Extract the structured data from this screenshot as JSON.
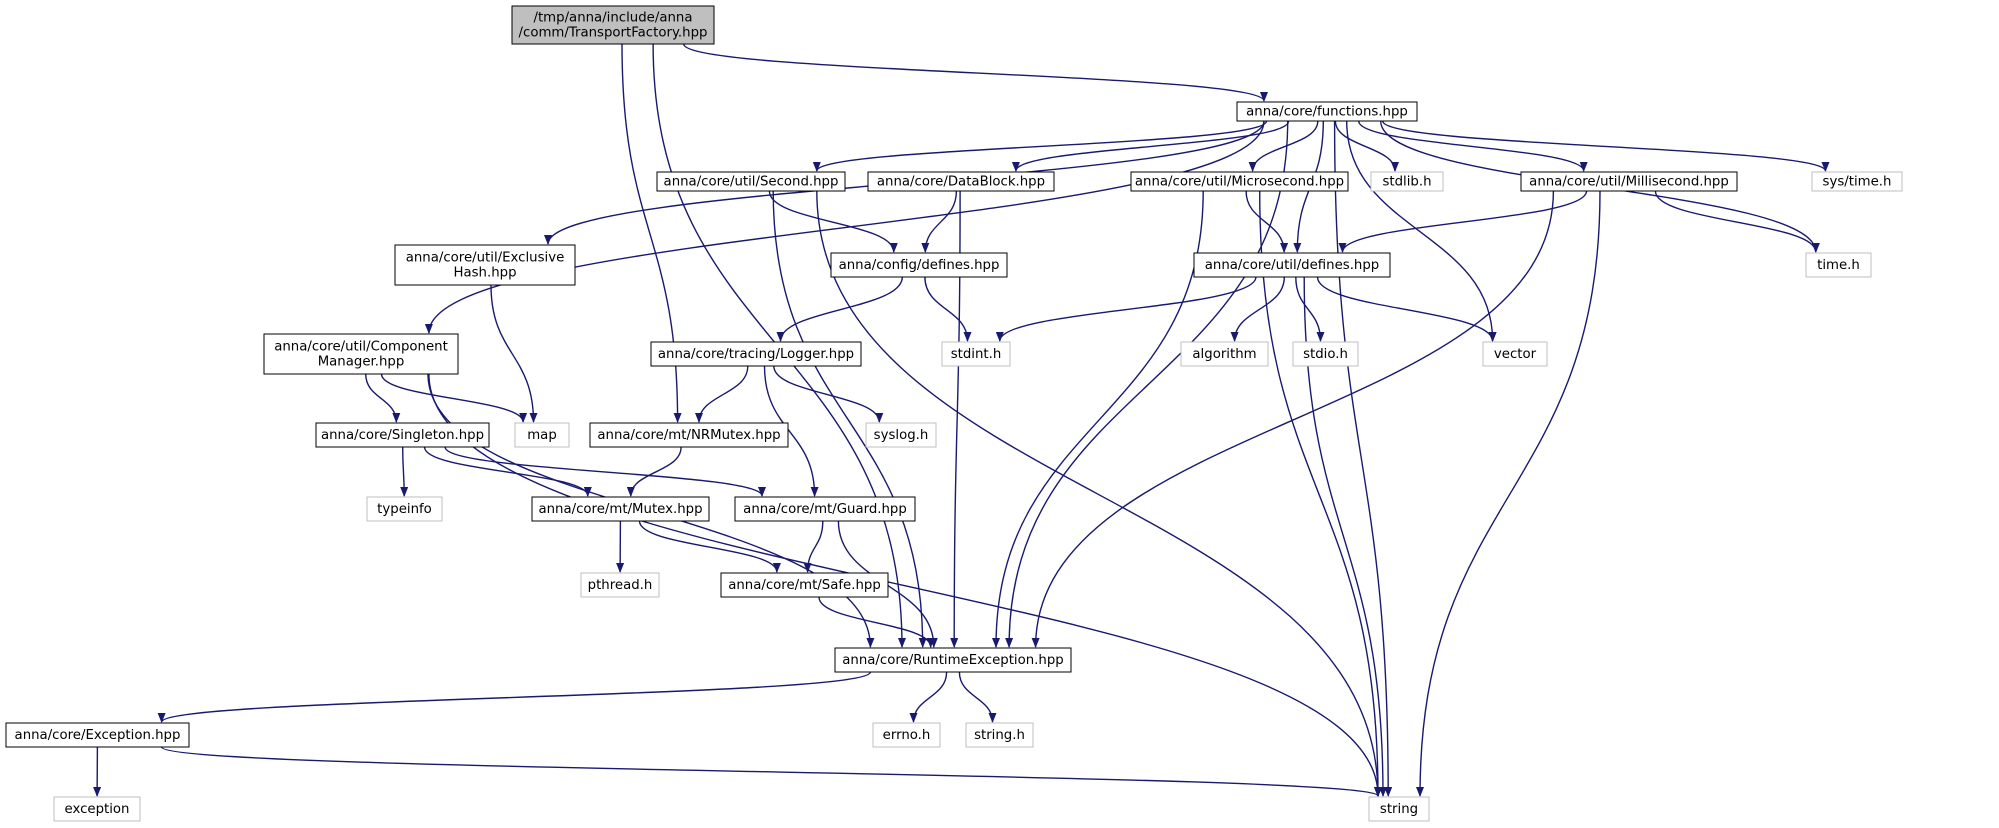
{
  "colors": {
    "edge": "#191970",
    "root_fill": "#bfbfbf",
    "project_border": "#000000",
    "external_border": "#bfbfbf",
    "external_text": "#404040",
    "node_fill": "#ffffff"
  },
  "nodes": [
    {
      "id": "root",
      "kind": "root",
      "lines": [
        "/tmp/anna/include/anna",
        "/comm/TransportFactory.hpp"
      ]
    },
    {
      "id": "functions",
      "kind": "project",
      "lines": [
        "anna/core/functions.hpp"
      ]
    },
    {
      "id": "second",
      "kind": "project",
      "lines": [
        "anna/core/util/Second.hpp"
      ]
    },
    {
      "id": "datablock",
      "kind": "project",
      "lines": [
        "anna/core/DataBlock.hpp"
      ]
    },
    {
      "id": "microsecond",
      "kind": "project",
      "lines": [
        "anna/core/util/Microsecond.hpp"
      ]
    },
    {
      "id": "stdlib",
      "kind": "external",
      "lines": [
        "stdlib.h"
      ]
    },
    {
      "id": "millisecond",
      "kind": "project",
      "lines": [
        "anna/core/util/Millisecond.hpp"
      ]
    },
    {
      "id": "systime",
      "kind": "external",
      "lines": [
        "sys/time.h"
      ]
    },
    {
      "id": "exclusivehash",
      "kind": "project",
      "lines": [
        "anna/core/util/Exclusive",
        "Hash.hpp"
      ]
    },
    {
      "id": "configdefines",
      "kind": "project",
      "lines": [
        "anna/config/defines.hpp"
      ]
    },
    {
      "id": "utildefines",
      "kind": "project",
      "lines": [
        "anna/core/util/defines.hpp"
      ]
    },
    {
      "id": "timeh",
      "kind": "external",
      "lines": [
        "time.h"
      ]
    },
    {
      "id": "componentmanager",
      "kind": "project",
      "lines": [
        "anna/core/util/Component",
        "Manager.hpp"
      ]
    },
    {
      "id": "logger",
      "kind": "project",
      "lines": [
        "anna/core/tracing/Logger.hpp"
      ]
    },
    {
      "id": "stdint",
      "kind": "external",
      "lines": [
        "stdint.h"
      ]
    },
    {
      "id": "algorithm",
      "kind": "external",
      "lines": [
        "algorithm"
      ]
    },
    {
      "id": "stdio",
      "kind": "external",
      "lines": [
        "stdio.h"
      ]
    },
    {
      "id": "vector",
      "kind": "external",
      "lines": [
        "vector"
      ]
    },
    {
      "id": "singleton",
      "kind": "project",
      "lines": [
        "anna/core/Singleton.hpp"
      ]
    },
    {
      "id": "map",
      "kind": "external",
      "lines": [
        "map"
      ]
    },
    {
      "id": "nrmutex",
      "kind": "project",
      "lines": [
        "anna/core/mt/NRMutex.hpp"
      ]
    },
    {
      "id": "syslog",
      "kind": "external",
      "lines": [
        "syslog.h"
      ]
    },
    {
      "id": "typeinfo",
      "kind": "external",
      "lines": [
        "typeinfo"
      ]
    },
    {
      "id": "mutex",
      "kind": "project",
      "lines": [
        "anna/core/mt/Mutex.hpp"
      ]
    },
    {
      "id": "guard",
      "kind": "project",
      "lines": [
        "anna/core/mt/Guard.hpp"
      ]
    },
    {
      "id": "pthread",
      "kind": "external",
      "lines": [
        "pthread.h"
      ]
    },
    {
      "id": "safe",
      "kind": "project",
      "lines": [
        "anna/core/mt/Safe.hpp"
      ]
    },
    {
      "id": "runtimeexception",
      "kind": "project",
      "lines": [
        "anna/core/RuntimeException.hpp"
      ]
    },
    {
      "id": "exception_hpp",
      "kind": "project",
      "lines": [
        "anna/core/Exception.hpp"
      ]
    },
    {
      "id": "errno",
      "kind": "external",
      "lines": [
        "errno.h"
      ]
    },
    {
      "id": "stringh",
      "kind": "external",
      "lines": [
        "string.h"
      ]
    },
    {
      "id": "exception",
      "kind": "external",
      "lines": [
        "exception"
      ]
    },
    {
      "id": "string",
      "kind": "external",
      "lines": [
        "string"
      ]
    }
  ],
  "edges": [
    {
      "from": "root",
      "to": "functions"
    },
    {
      "from": "root",
      "to": "runtimeexception"
    },
    {
      "from": "root",
      "to": "nrmutex"
    },
    {
      "from": "functions",
      "to": "second"
    },
    {
      "from": "functions",
      "to": "datablock"
    },
    {
      "from": "functions",
      "to": "microsecond"
    },
    {
      "from": "functions",
      "to": "stdlib"
    },
    {
      "from": "functions",
      "to": "millisecond"
    },
    {
      "from": "functions",
      "to": "systime"
    },
    {
      "from": "functions",
      "to": "exclusivehash"
    },
    {
      "from": "functions",
      "to": "componentmanager"
    },
    {
      "from": "functions",
      "to": "utildefines"
    },
    {
      "from": "functions",
      "to": "vector"
    },
    {
      "from": "functions",
      "to": "timeh"
    },
    {
      "from": "functions",
      "to": "runtimeexception"
    },
    {
      "from": "functions",
      "to": "string"
    },
    {
      "from": "second",
      "to": "configdefines"
    },
    {
      "from": "second",
      "to": "runtimeexception"
    },
    {
      "from": "second",
      "to": "string"
    },
    {
      "from": "datablock",
      "to": "configdefines"
    },
    {
      "from": "datablock",
      "to": "runtimeexception"
    },
    {
      "from": "microsecond",
      "to": "utildefines"
    },
    {
      "from": "microsecond",
      "to": "runtimeexception"
    },
    {
      "from": "microsecond",
      "to": "string"
    },
    {
      "from": "millisecond",
      "to": "utildefines"
    },
    {
      "from": "millisecond",
      "to": "timeh"
    },
    {
      "from": "millisecond",
      "to": "runtimeexception"
    },
    {
      "from": "millisecond",
      "to": "string"
    },
    {
      "from": "exclusivehash",
      "to": "map"
    },
    {
      "from": "configdefines",
      "to": "logger"
    },
    {
      "from": "configdefines",
      "to": "stdint"
    },
    {
      "from": "utildefines",
      "to": "stdint"
    },
    {
      "from": "utildefines",
      "to": "algorithm"
    },
    {
      "from": "utildefines",
      "to": "stdio"
    },
    {
      "from": "utildefines",
      "to": "vector"
    },
    {
      "from": "utildefines",
      "to": "string"
    },
    {
      "from": "componentmanager",
      "to": "singleton"
    },
    {
      "from": "componentmanager",
      "to": "map"
    },
    {
      "from": "componentmanager",
      "to": "runtimeexception"
    },
    {
      "from": "componentmanager",
      "to": "string"
    },
    {
      "from": "logger",
      "to": "nrmutex"
    },
    {
      "from": "logger",
      "to": "syslog"
    },
    {
      "from": "logger",
      "to": "guard"
    },
    {
      "from": "singleton",
      "to": "typeinfo"
    },
    {
      "from": "singleton",
      "to": "mutex"
    },
    {
      "from": "singleton",
      "to": "guard"
    },
    {
      "from": "nrmutex",
      "to": "mutex"
    },
    {
      "from": "mutex",
      "to": "pthread"
    },
    {
      "from": "mutex",
      "to": "safe"
    },
    {
      "from": "guard",
      "to": "safe"
    },
    {
      "from": "guard",
      "to": "runtimeexception"
    },
    {
      "from": "safe",
      "to": "runtimeexception"
    },
    {
      "from": "runtimeexception",
      "to": "exception_hpp"
    },
    {
      "from": "runtimeexception",
      "to": "errno"
    },
    {
      "from": "runtimeexception",
      "to": "stringh"
    },
    {
      "from": "exception_hpp",
      "to": "exception"
    },
    {
      "from": "exception_hpp",
      "to": "string"
    }
  ]
}
